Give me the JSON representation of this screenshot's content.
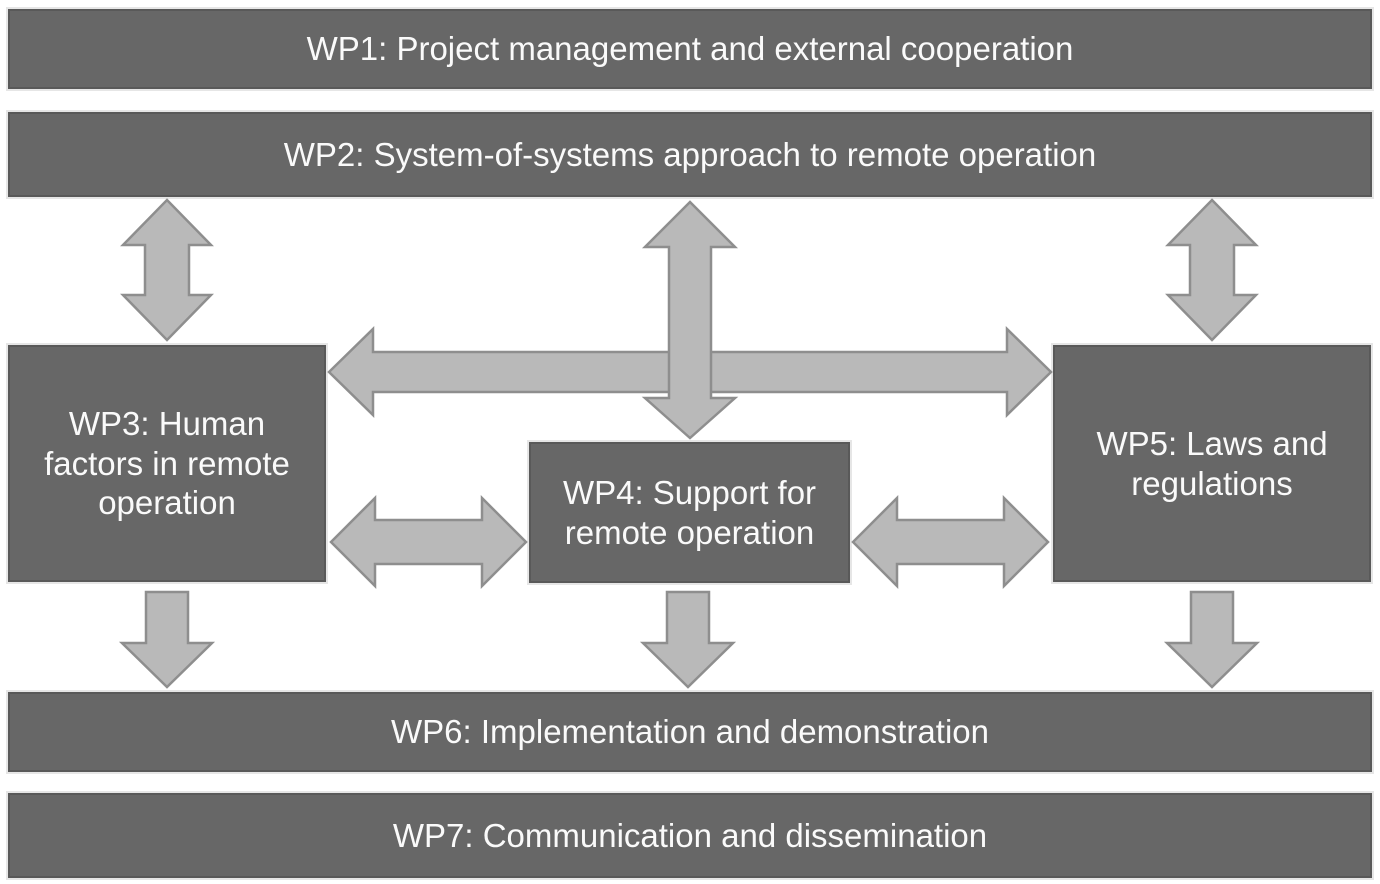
{
  "colors": {
    "box_fill": "#676767",
    "box_border": "#595959",
    "box_text": "#fafafa",
    "arrow_fill": "#b9b9b9",
    "arrow_border": "#8e8e8e",
    "background": "#ffffff"
  },
  "diagram": {
    "type": "work-package-structure",
    "nodes": [
      {
        "id": "wp1",
        "label": "WP1: Project management and external cooperation"
      },
      {
        "id": "wp2",
        "label": "WP2: System-of-systems approach to remote operation"
      },
      {
        "id": "wp3",
        "label": "WP3: Human factors in remote operation"
      },
      {
        "id": "wp4",
        "label": "WP4: Support for remote operation"
      },
      {
        "id": "wp5",
        "label": "WP5: Laws and regulations"
      },
      {
        "id": "wp6",
        "label": "WP6: Implementation and demonstration"
      },
      {
        "id": "wp7",
        "label": "WP7: Communication and dissemination"
      }
    ],
    "connections": [
      {
        "from": "wp2",
        "to": "wp3",
        "type": "bidirectional"
      },
      {
        "from": "wp2",
        "to": "wp4",
        "type": "bidirectional"
      },
      {
        "from": "wp2",
        "to": "wp5",
        "type": "bidirectional"
      },
      {
        "from": "wp3",
        "to": "wp5",
        "type": "bidirectional"
      },
      {
        "from": "wp3",
        "to": "wp4",
        "type": "bidirectional"
      },
      {
        "from": "wp4",
        "to": "wp5",
        "type": "bidirectional"
      },
      {
        "from": "wp3",
        "to": "wp6",
        "type": "directed-down"
      },
      {
        "from": "wp4",
        "to": "wp6",
        "type": "directed-down"
      },
      {
        "from": "wp5",
        "to": "wp6",
        "type": "directed-down"
      }
    ]
  }
}
